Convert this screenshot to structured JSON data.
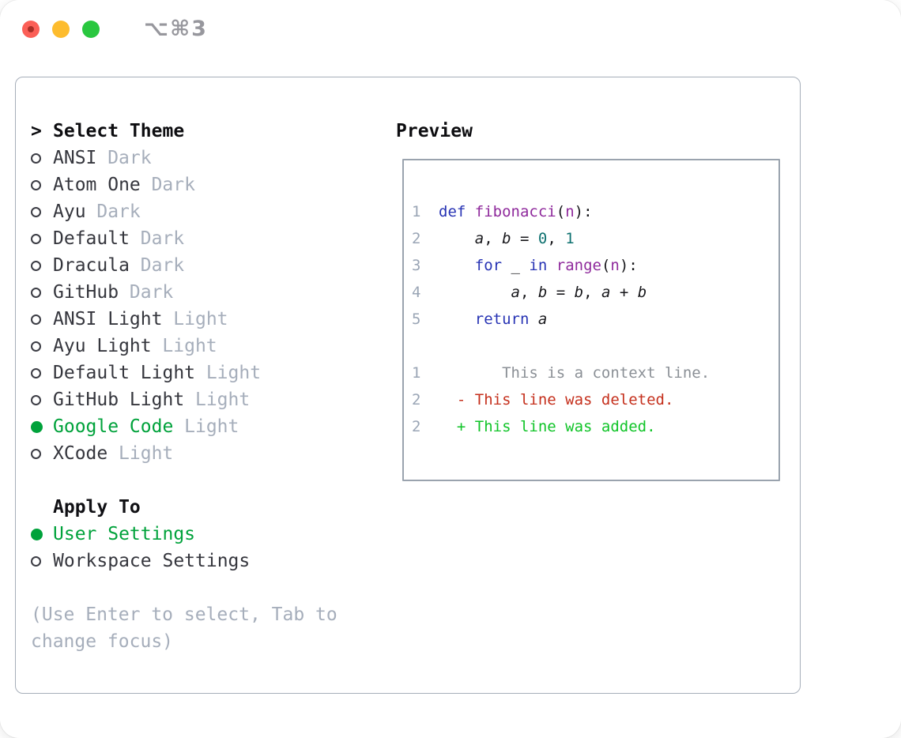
{
  "window": {
    "title": "⌥⌘3",
    "traffic_lights": [
      "close",
      "minimize",
      "zoom"
    ]
  },
  "theme_panel": {
    "header": {
      "prompt": ">",
      "label": "Select Theme"
    },
    "themes": [
      {
        "name": "ANSI",
        "variant": "Dark",
        "selected": false
      },
      {
        "name": "Atom One",
        "variant": "Dark",
        "selected": false
      },
      {
        "name": "Ayu",
        "variant": "Dark",
        "selected": false
      },
      {
        "name": "Default",
        "variant": "Dark",
        "selected": false
      },
      {
        "name": "Dracula",
        "variant": "Dark",
        "selected": false
      },
      {
        "name": "GitHub",
        "variant": "Dark",
        "selected": false
      },
      {
        "name": "ANSI Light",
        "variant": "Light",
        "selected": false
      },
      {
        "name": "Ayu Light",
        "variant": "Light",
        "selected": false
      },
      {
        "name": "Default Light",
        "variant": "Light",
        "selected": false
      },
      {
        "name": "GitHub Light",
        "variant": "Light",
        "selected": false
      },
      {
        "name": "Google Code",
        "variant": "Light",
        "selected": true
      },
      {
        "name": "XCode",
        "variant": "Light",
        "selected": false
      }
    ],
    "apply_to": {
      "label": "Apply To",
      "options": [
        {
          "name": "User Settings",
          "selected": true
        },
        {
          "name": "Workspace Settings",
          "selected": false
        }
      ]
    },
    "help_text": "(Use Enter to select, Tab to change focus)"
  },
  "preview": {
    "label": "Preview",
    "lines": [
      {
        "num": "1",
        "tokens": [
          [
            "def",
            "keyword"
          ],
          [
            " ",
            "plain"
          ],
          [
            "fibonacci",
            "function"
          ],
          [
            "(",
            "plain"
          ],
          [
            "n",
            "function"
          ],
          [
            "):",
            "plain"
          ]
        ]
      },
      {
        "num": "2",
        "tokens": [
          [
            "    ",
            "plain"
          ],
          [
            "a",
            "variable"
          ],
          [
            ", ",
            "plain"
          ],
          [
            "b",
            "variable"
          ],
          [
            " = ",
            "plain"
          ],
          [
            "0",
            "number"
          ],
          [
            ", ",
            "plain"
          ],
          [
            "1",
            "number"
          ]
        ]
      },
      {
        "num": "3",
        "tokens": [
          [
            "    ",
            "plain"
          ],
          [
            "for",
            "keyword"
          ],
          [
            " _ ",
            "plain"
          ],
          [
            "in",
            "keyword"
          ],
          [
            " ",
            "plain"
          ],
          [
            "range",
            "function"
          ],
          [
            "(",
            "plain"
          ],
          [
            "n",
            "function"
          ],
          [
            "):",
            "plain"
          ]
        ]
      },
      {
        "num": "4",
        "tokens": [
          [
            "        ",
            "plain"
          ],
          [
            "a",
            "variable"
          ],
          [
            ", ",
            "plain"
          ],
          [
            "b",
            "variable"
          ],
          [
            " = ",
            "plain"
          ],
          [
            "b",
            "variable"
          ],
          [
            ", ",
            "plain"
          ],
          [
            "a",
            "variable"
          ],
          [
            " + ",
            "plain"
          ],
          [
            "b",
            "variable"
          ]
        ]
      },
      {
        "num": "5",
        "tokens": [
          [
            "    ",
            "plain"
          ],
          [
            "return",
            "keyword"
          ],
          [
            " ",
            "plain"
          ],
          [
            "a",
            "variable"
          ]
        ]
      },
      {
        "num": "",
        "tokens": []
      },
      {
        "num": "1",
        "tokens": [
          [
            "       This is a context line.",
            "context"
          ]
        ]
      },
      {
        "num": "2",
        "tokens": [
          [
            "  ",
            "plain"
          ],
          [
            "- This line was deleted.",
            "deleted"
          ]
        ]
      },
      {
        "num": "2",
        "tokens": [
          [
            "  ",
            "plain"
          ],
          [
            "+ This line was added.",
            "added"
          ]
        ]
      }
    ]
  },
  "colors": {
    "accent_green": "#00a23b",
    "keyword_blue": "#2733b4",
    "function_purple": "#8f2a9c",
    "literal_teal": "#0e7170",
    "diff_deleted_red": "#c5301d",
    "diff_added_green": "#10c428",
    "muted_gray": "#a6aebb",
    "text_dark": "#35363d",
    "panel_border": "#a6aeb9"
  }
}
